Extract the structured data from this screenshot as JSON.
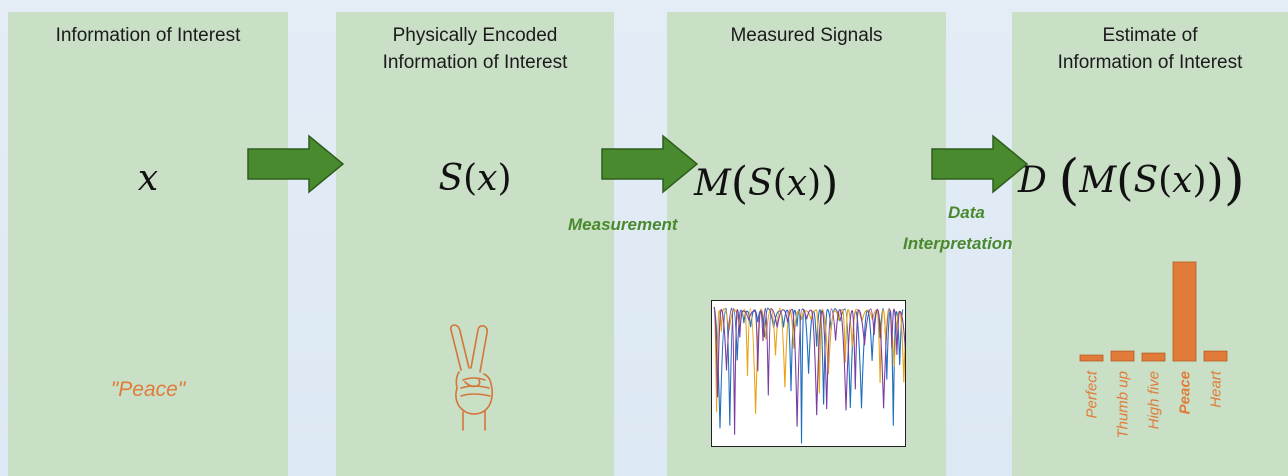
{
  "panels": {
    "p1": {
      "heading": [
        "Information of Interest"
      ],
      "math": "x"
    },
    "p2": {
      "heading": [
        "Physically Encoded",
        "Information of Interest"
      ],
      "math": "S(x)"
    },
    "p3": {
      "heading": [
        "Measured Signals"
      ],
      "math": "M(S(x))"
    },
    "p4": {
      "heading": [
        "Estimate of",
        "Information of Interest"
      ],
      "math": "D(M(S(x)))"
    }
  },
  "arrow_labels": {
    "measurement": "Measurement",
    "data_interpretation": [
      "Data",
      "Interpretation"
    ]
  },
  "example": {
    "input_text": "\"Peace\"",
    "hand_icon": "peace-hand-sign-icon"
  },
  "colors": {
    "panel": "#c9dfc6",
    "arrow": "#4a8a2e",
    "accent_orange": "#e07b39",
    "signal_series": [
      "#1f6fbf",
      "#e8a317",
      "#7b3fa0"
    ]
  },
  "chart_data": {
    "type": "bar",
    "categories": [
      "Perfect",
      "Thumb up",
      "High five",
      "Peace",
      "Heart"
    ],
    "values": [
      0.06,
      0.1,
      0.08,
      1.0,
      0.1
    ],
    "highlight": "Peace",
    "ylim": [
      0,
      1
    ],
    "axes": "none",
    "legend": "none"
  }
}
